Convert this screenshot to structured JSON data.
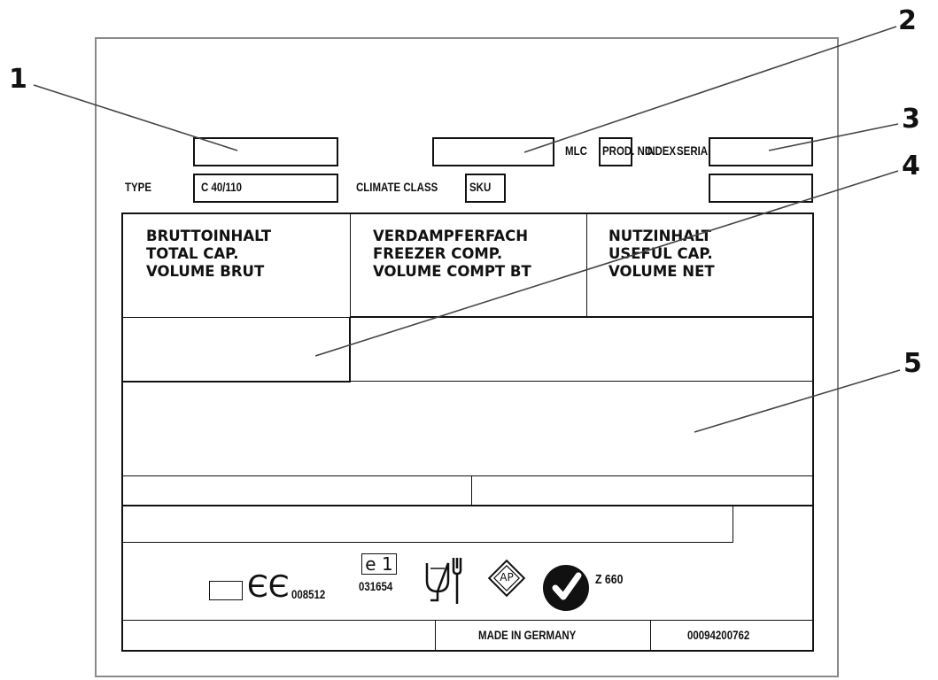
{
  "callouts": [
    "1",
    "2",
    "3",
    "4",
    "5"
  ],
  "plate": {
    "type_label": "TYPE",
    "type_value": "C 40/110",
    "climate_label": "CLIMATE CLASS",
    "climate_value": "SKU",
    "mlc_label": "MLC",
    "prod_no_label": "PROD. NO.",
    "index_label": "INDEX",
    "serial_label": "SERIAL NO."
  },
  "capacity_headers": [
    [
      "BRUTTOINHALT",
      "TOTAL CAP.",
      "VOLUME BRUT"
    ],
    [
      "VERDAMPFERFACH",
      "FREEZER COMP.",
      "VOLUME COMPT BT"
    ],
    [
      "NUTZINHALT",
      "USEFUL CAP.",
      "VOLUME NET"
    ]
  ],
  "marks": {
    "ce_code": "008512",
    "e1_mark": "e 1",
    "e1_code": "031654",
    "ap_mark": "AP",
    "z_code": "Z 660"
  },
  "footer": {
    "made_in": "MADE IN GERMANY",
    "part_no": "00094200762"
  }
}
